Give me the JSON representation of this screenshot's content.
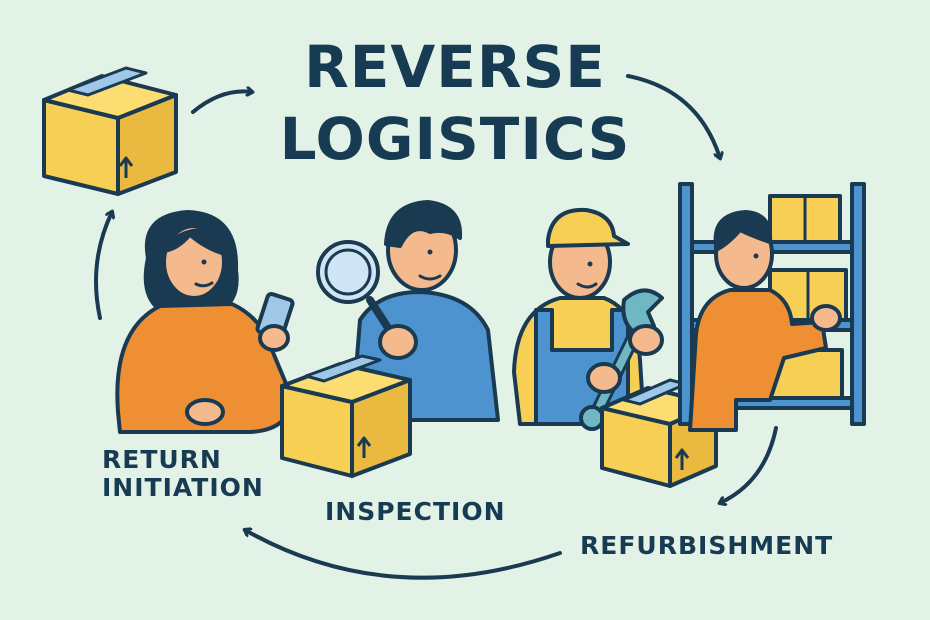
{
  "title": {
    "line1": "REVERSE",
    "line2": "LOGISTICS"
  },
  "stages": {
    "return_initiation": {
      "line1": "RETURN",
      "line2": "INITIATION"
    },
    "inspection": "INSPECTION",
    "refurbishment": "REFURBISHMENT"
  },
  "colors": {
    "background": "#e3f2e6",
    "text": "#173b52",
    "box": "#f7cf55",
    "orange": "#ef8f33",
    "blue": "#4c93cf",
    "skin": "#f4b98d",
    "outline": "#1a3a52"
  }
}
